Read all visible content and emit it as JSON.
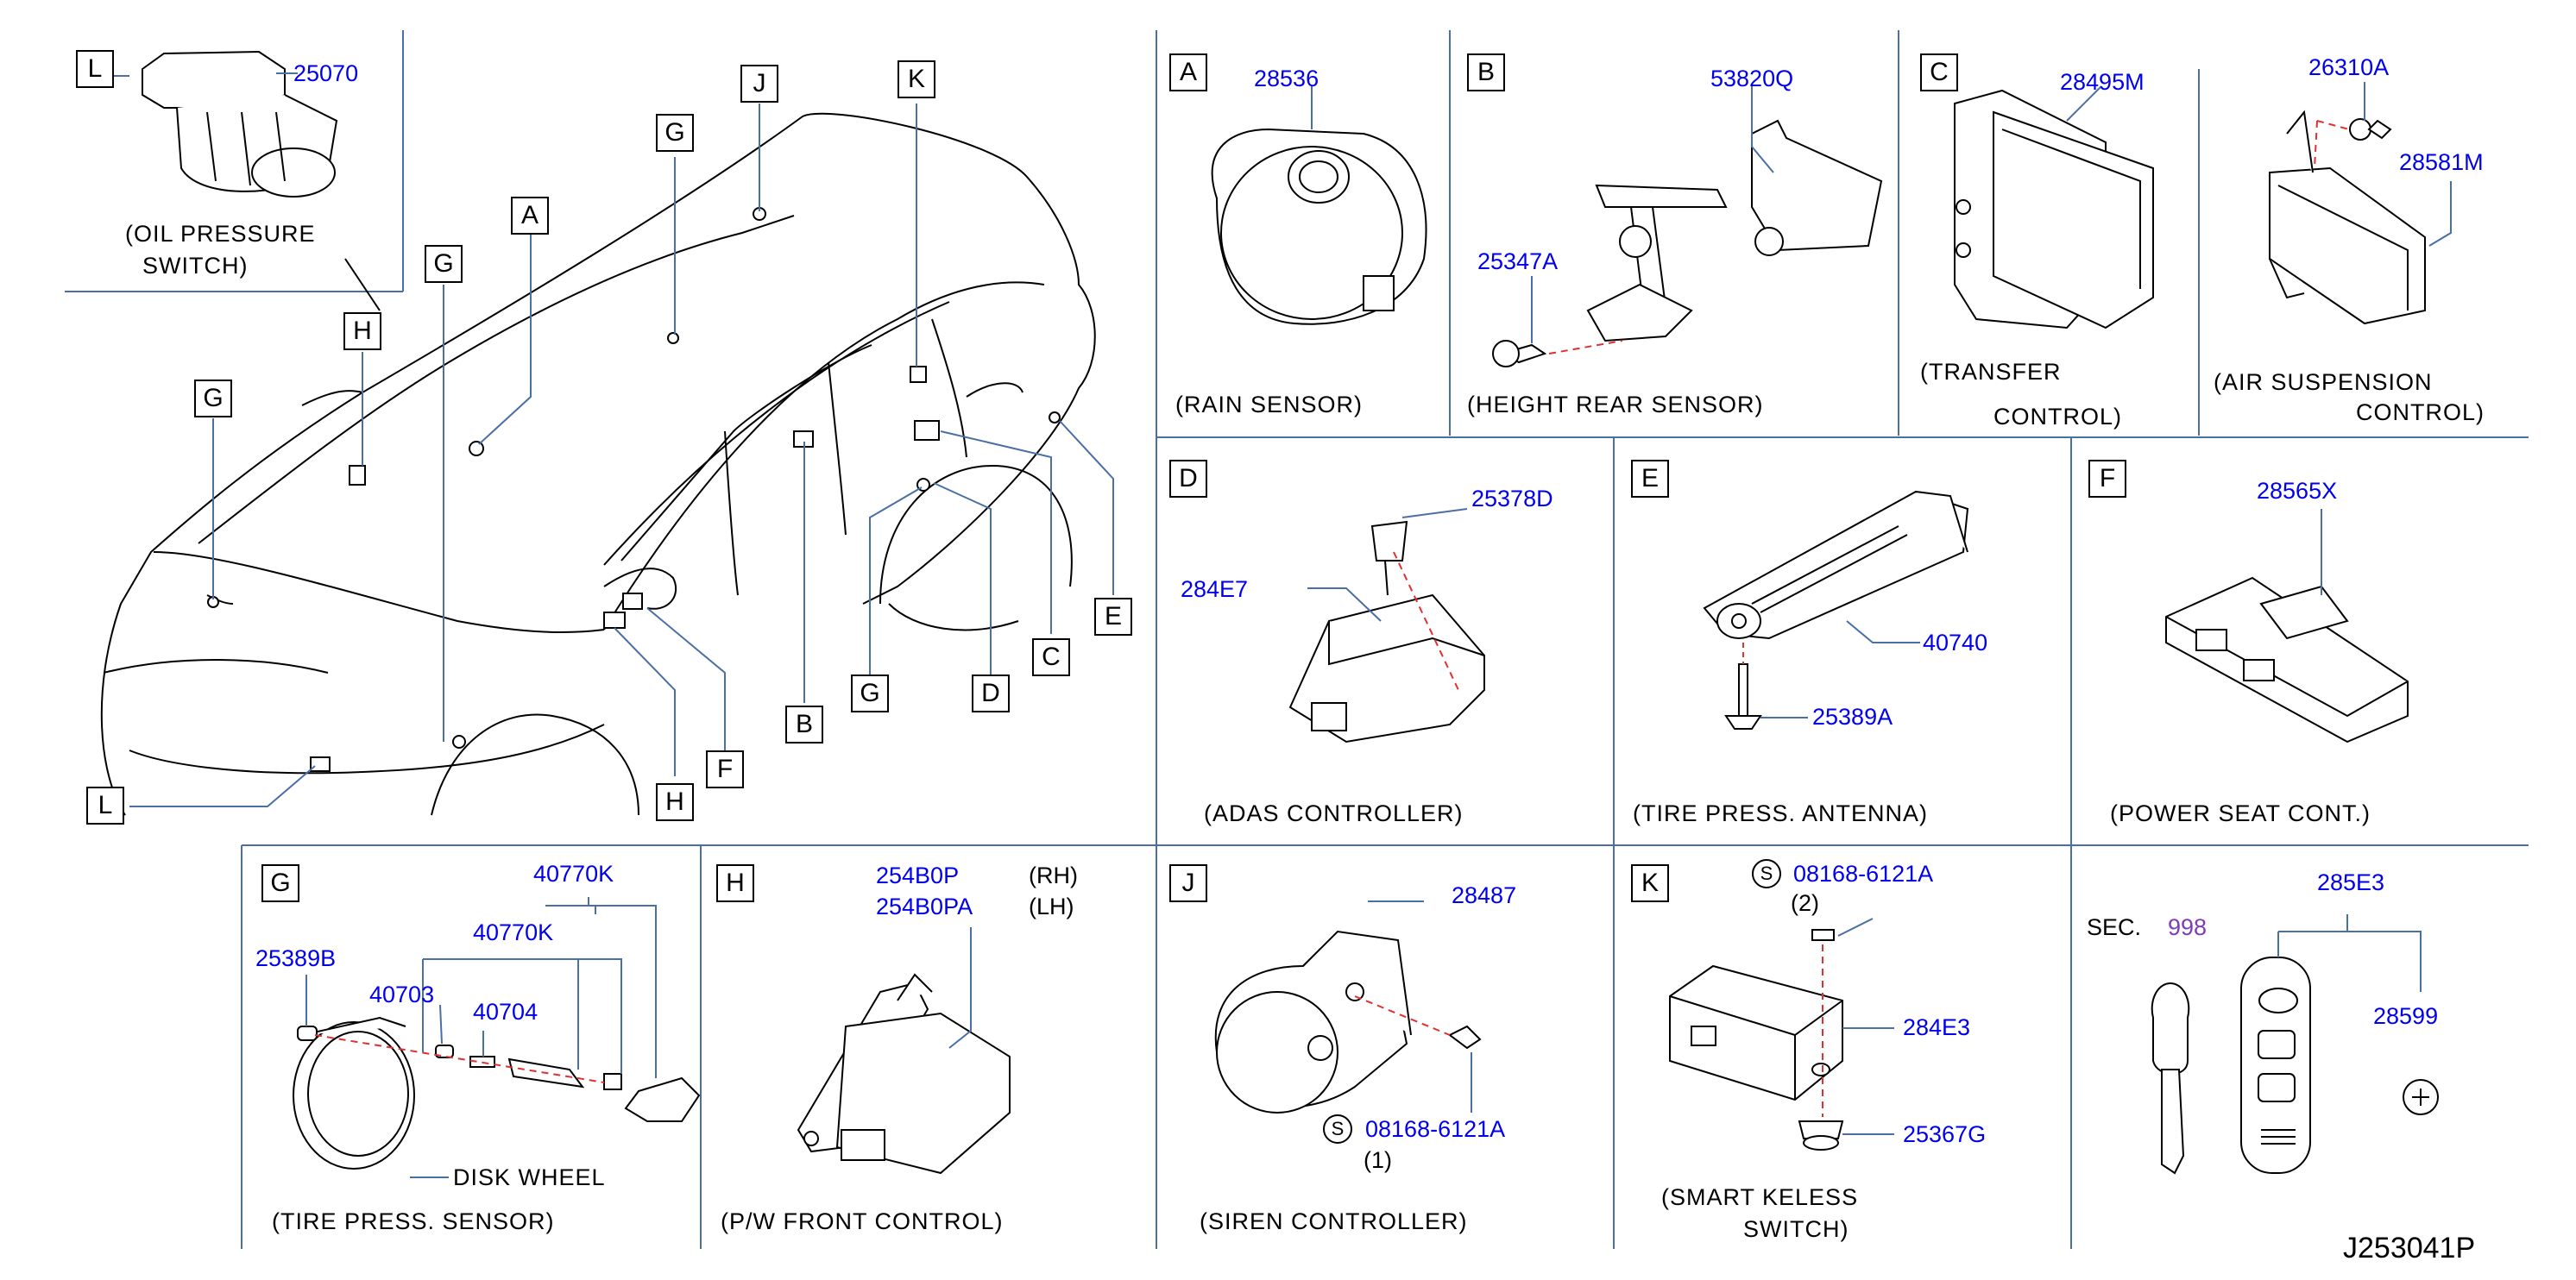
{
  "diagram_code": "J253041P",
  "overview": {
    "callouts": [
      "L",
      "A",
      "J",
      "K",
      "G",
      "G",
      "H",
      "G",
      "B",
      "G",
      "D",
      "C",
      "E",
      "H",
      "F",
      "L"
    ]
  },
  "sections": {
    "L": {
      "letter": "L",
      "parts": [
        "25070"
      ],
      "caption_lines": [
        "(OIL PRESSURE",
        "SWITCH)"
      ]
    },
    "A": {
      "letter": "A",
      "parts": [
        "28536"
      ],
      "caption": "(RAIN SENSOR)"
    },
    "B": {
      "letter": "B",
      "parts": [
        "53820Q",
        "25347A"
      ],
      "caption": "(HEIGHT REAR SENSOR)"
    },
    "C": {
      "letter": "C",
      "parts": [
        "28495M"
      ],
      "caption_lines": [
        "(TRANSFER",
        "CONTROL)"
      ]
    },
    "C2": {
      "parts": [
        "26310A",
        "28581M"
      ],
      "caption_lines": [
        "(AIR SUSPENSION",
        "CONTROL)"
      ]
    },
    "D": {
      "letter": "D",
      "parts": [
        "25378D",
        "284E7"
      ],
      "caption": "(ADAS CONTROLLER)"
    },
    "E": {
      "letter": "E",
      "parts": [
        "40740",
        "25389A"
      ],
      "caption": "(TIRE PRESS. ANTENNA)"
    },
    "F": {
      "letter": "F",
      "parts": [
        "28565X"
      ],
      "caption": "(POWER SEAT CONT.)"
    },
    "G": {
      "letter": "G",
      "parts": [
        "40770K",
        "40770K",
        "25389B",
        "40703",
        "40704"
      ],
      "disk_label": "DISK WHEEL",
      "caption": "(TIRE PRESS. SENSOR)"
    },
    "H": {
      "letter": "H",
      "parts": [
        "254B0P",
        "254B0PA"
      ],
      "sides": [
        "(RH)",
        "(LH)"
      ],
      "caption": "(P/W FRONT CONTROL)"
    },
    "J": {
      "letter": "J",
      "parts": [
        "28487"
      ],
      "bolt_symbol": "S",
      "bolt": "08168-6121A",
      "bolt_qty": "(1)",
      "caption": "(SIREN CONTROLLER)"
    },
    "K": {
      "letter": "K",
      "bolt_symbol": "S",
      "bolt": "08168-6121A",
      "bolt_qty": "(2)",
      "parts": [
        "284E3",
        "25367G"
      ],
      "caption_lines": [
        "(SMART KELESS",
        "SWITCH)"
      ]
    },
    "KEY": {
      "sec_prefix": "SEC.",
      "sec_ref": "998",
      "parts": [
        "285E3",
        "28599"
      ]
    }
  },
  "colors": {
    "part_number": "#0000ee",
    "section_ref": "#7d3cb8",
    "frame": "#4a6fa5",
    "leader": "#6b8fc7",
    "dash": "#e03030"
  }
}
